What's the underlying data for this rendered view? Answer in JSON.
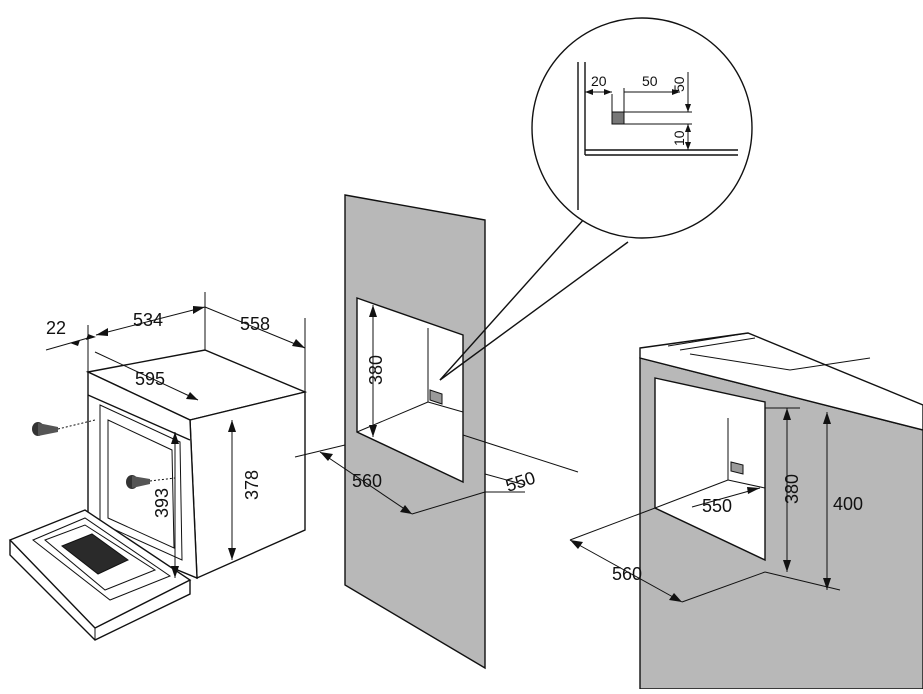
{
  "oven": {
    "dim_depth_offset": "22",
    "dim_width_top": "534",
    "dim_depth": "558",
    "dim_width": "595",
    "dim_height": "378",
    "dim_inner_height": "393"
  },
  "cabinet_wall": {
    "dim_niche_height": "380",
    "dim_niche_width": "560",
    "dim_niche_depth": "550"
  },
  "detail_callout": {
    "dim_a": "20",
    "dim_b": "50",
    "dim_c": "50",
    "dim_d": "10"
  },
  "counter_cabinet": {
    "dim_niche_height": "380",
    "dim_total_height": "400",
    "dim_niche_depth": "550",
    "dim_niche_width": "560"
  }
}
